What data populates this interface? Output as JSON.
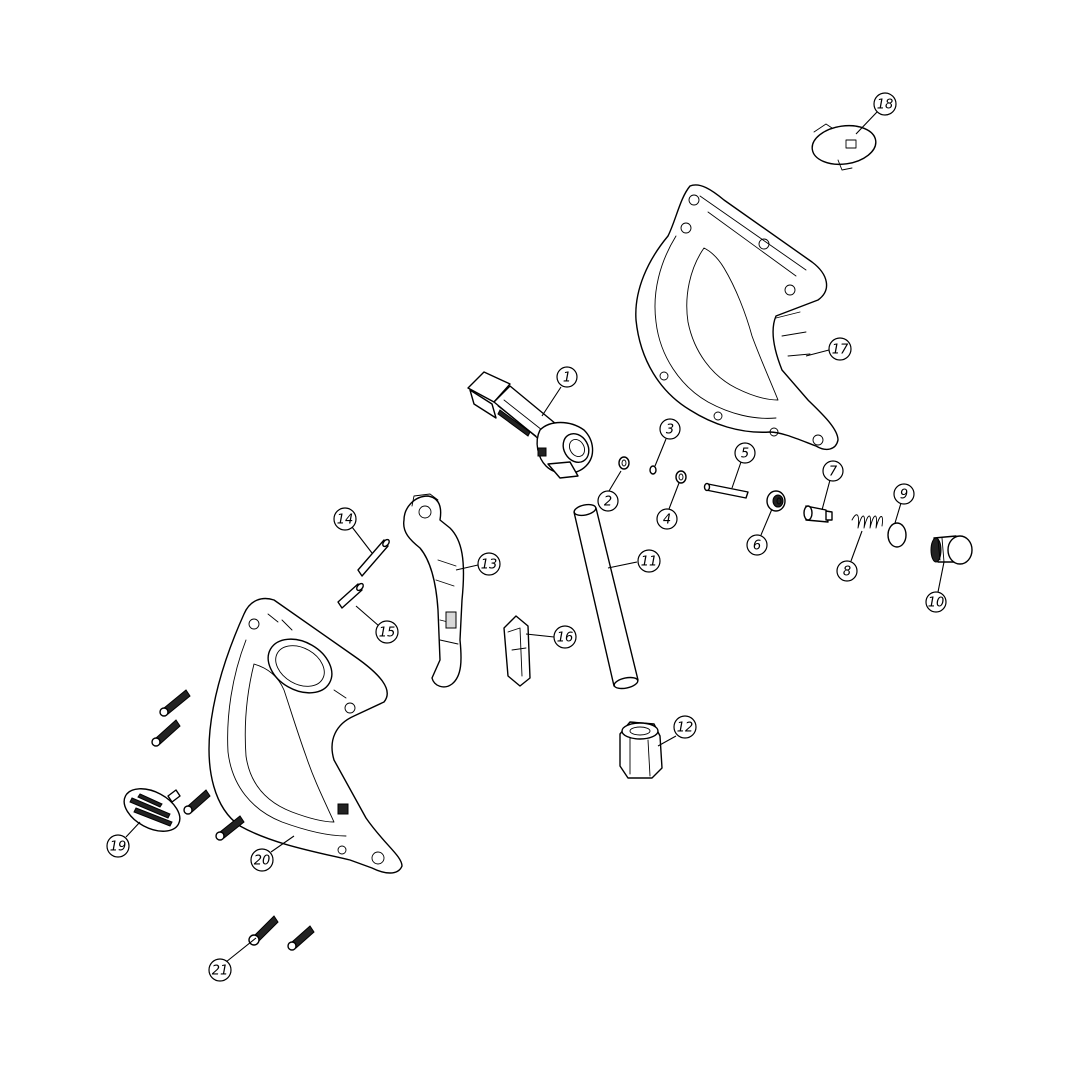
{
  "callouts": [
    {
      "id": "1",
      "label": "1"
    },
    {
      "id": "2",
      "label": "2"
    },
    {
      "id": "3",
      "label": "3"
    },
    {
      "id": "4",
      "label": "4"
    },
    {
      "id": "5",
      "label": "5"
    },
    {
      "id": "6",
      "label": "6"
    },
    {
      "id": "7",
      "label": "7"
    },
    {
      "id": "8",
      "label": "8"
    },
    {
      "id": "9",
      "label": "9"
    },
    {
      "id": "10",
      "label": "10"
    },
    {
      "id": "11",
      "label": "11"
    },
    {
      "id": "12",
      "label": "12"
    },
    {
      "id": "13",
      "label": "13"
    },
    {
      "id": "14",
      "label": "14"
    },
    {
      "id": "15",
      "label": "15"
    },
    {
      "id": "16",
      "label": "16"
    },
    {
      "id": "17",
      "label": "17"
    },
    {
      "id": "18",
      "label": "18"
    },
    {
      "id": "19",
      "label": "19"
    },
    {
      "id": "20",
      "label": "20"
    },
    {
      "id": "21",
      "label": "21"
    }
  ],
  "style": {
    "line_color": "#000000",
    "background": "#ffffff"
  }
}
